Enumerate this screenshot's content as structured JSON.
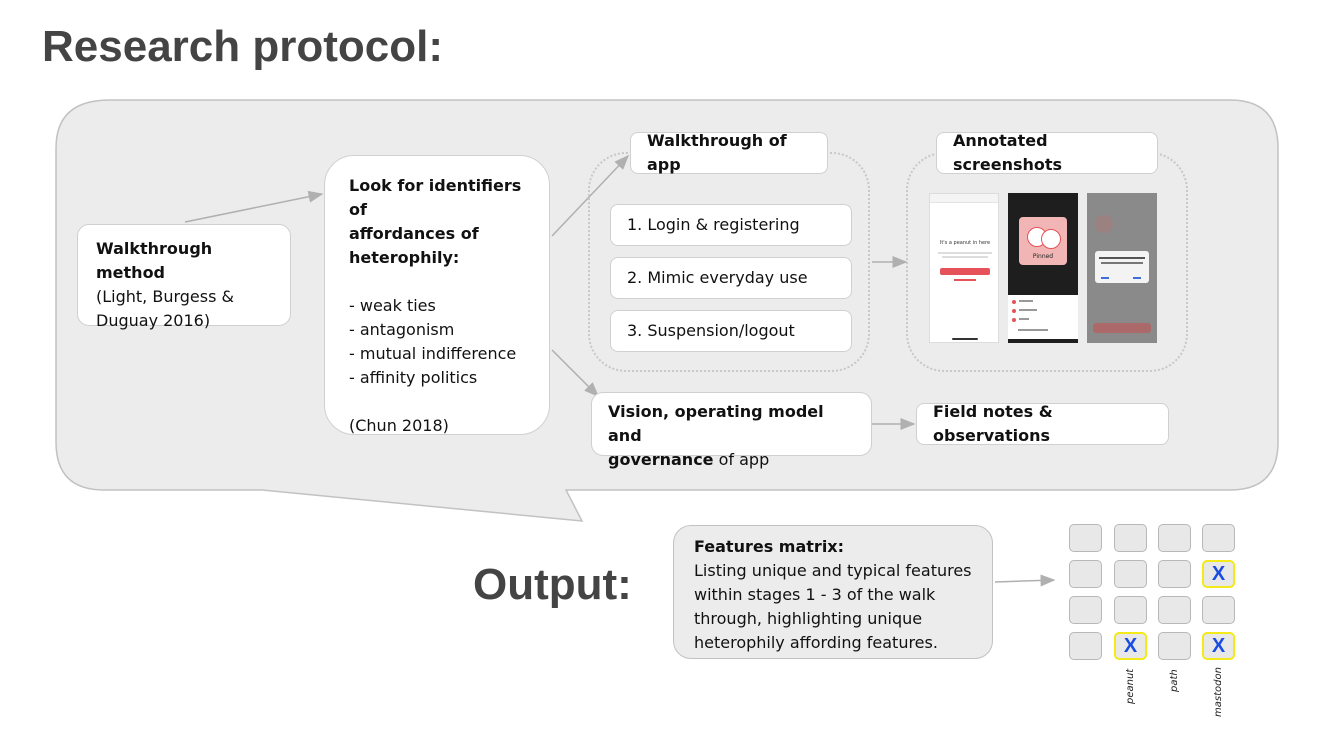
{
  "title": "Research protocol:",
  "output_title": "Output:",
  "walkthrough_method": {
    "heading": "Walkthrough method",
    "citation_line1": "(Light, Burgess &",
    "citation_line2": "Duguay 2016)"
  },
  "identifiers": {
    "heading_line1": "Look for identifiers of",
    "heading_line2": "affordances of",
    "heading_line3": "heterophily:",
    "items": [
      "- weak ties",
      "- antagonism",
      "- mutual indifference",
      "- affinity politics"
    ],
    "citation": "(Chun 2018)"
  },
  "walkthrough_app": {
    "heading": "Walkthrough of app",
    "steps": [
      "1. Login & registering",
      "2. Mimic everyday use",
      "3. Suspension/logout"
    ]
  },
  "annotated_screenshots": {
    "heading": "Annotated screenshots",
    "phone1_text": "It's a peanut in here",
    "phone2_text": "Pinned"
  },
  "vision": {
    "line1": "Vision, operating model and",
    "line2_bold": "governance",
    "line2_rest": " of app"
  },
  "field_notes": "Field notes & observations",
  "features_matrix": {
    "heading": "Features matrix:",
    "lines": [
      "Listing unique and typical features",
      "within stages 1 - 3 of the walk",
      "through, highlighting unique",
      "heterophily affording features."
    ]
  },
  "matrix": {
    "mark": "X",
    "rows": [
      [
        "",
        "",
        "",
        ""
      ],
      [
        "",
        "",
        "",
        "X"
      ],
      [
        "",
        "",
        "",
        ""
      ],
      [
        "",
        "X",
        "",
        "X"
      ]
    ],
    "column_labels": [
      "",
      "peanut",
      "path",
      "mastodon"
    ]
  },
  "colors": {
    "speech_bubble": "#ececec",
    "box_border": "#d0d0d0",
    "highlight_border": "#f4ea1a",
    "mark_color": "#1a4de0",
    "arrow": "#b0b0b0",
    "title": "#444444"
  }
}
